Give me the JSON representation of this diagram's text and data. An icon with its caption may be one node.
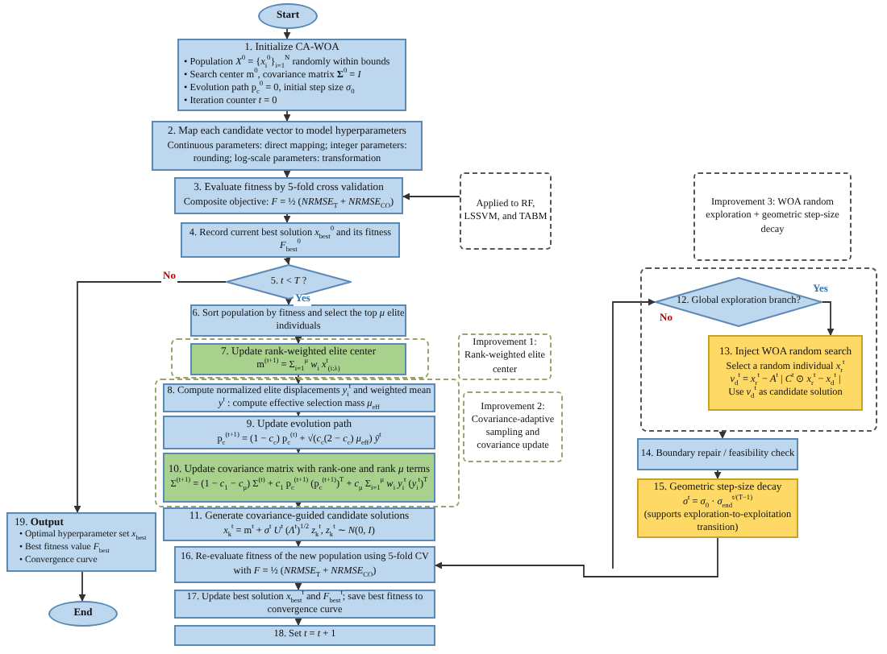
{
  "diagram": {
    "nodes": [
      {
        "text": [
          "Start"
        ]
      },
      {
        "text": [
          "1. Initialize CA-WOA",
          "• Population *X*$^{0}$ = {*x*$_{i}$$^{0}$}$_{i=1}$$^{N}$ randomly within bounds",
          "• Search center m$^{0}$, covariance matrix **Σ**$^{0}$ = *I*",
          "• Evolution path p$_{c}$$^{0}$ = 0, initial step size *σ*$_{0}$",
          "• Iteration counter *t* = 0"
        ]
      },
      {
        "text": [
          "2. Map each candidate vector to model hyperparameters",
          "Continuous parameters: direct mapping; integer parameters: rounding; log-scale parameters: transformation"
        ]
      },
      {
        "text": [
          "3. Evaluate fitness by 5-fold cross validation",
          "Composite objective:  *F* = ½ (*NRMSE*$_{T}$ + *NRMSE*$_{CO}$)"
        ]
      },
      {
        "text": [
          "Applied to RF, LSSVM, and TABM"
        ]
      },
      {
        "text": [
          "4. Record current best solution *x*$_{best}$$^{0}$ and its fitness *F*$_{best}$$^{0}$"
        ]
      },
      {
        "text": [
          "5. *t* < *T* ?"
        ]
      },
      {
        "text": [
          "6. Sort population by fitness and select the top *μ* elite individuals"
        ]
      },
      {
        "text": [],
        "shape": "box"
      },
      {
        "text": [
          "7. Update rank-weighted elite center",
          "m$^{(t+1)}$ = Σ$_{i=1}$$^{μ}$ *w*$_{i}$ *x*$^{t}$$_{(i:λ)}$"
        ],
        "in": 8
      },
      {
        "text": [
          "Improvement 1: Rank-weighted elite center"
        ]
      },
      {
        "text": [],
        "shape": "box"
      },
      {
        "text": [
          "8. Compute normalized elite displacements *y*$_{i}$$^{t}$ and weighted mean *y*$^{t}$ : compute effective selection mass *μ*$_{eff}$"
        ],
        "in": 11
      },
      {
        "text": [
          "9. Update evolution path",
          "p$_{c}$$^{(t+1)}$ = (1 − *c*$_{c}$) p$_{c}$$^{(t)}$ + √(*c*$_{c}$(2 − *c*$_{c}$) *μ*$_{eff}$) *ȳ*$^{t}$"
        ],
        "in": 11
      },
      {
        "text": [
          "10. Update covariance matrix with rank-one and rank *μ* terms",
          "Σ$^{(t+1)}$ = (1 − *c*$_{1}$ − *c*$_{μ}$) Σ$^{(t)}$ + *c*$_{1}$ p$_{c}$$^{(t+1)}$ (p$_{c}$$^{(t+1)}$)$^{T}$ + *c*$_{μ}$ Σ$_{i=1}$$^{μ}$ *w*$_{i}$ *y*$_{i}$$^{t}$ (*y*$_{i}$$^{t}$)$^{T}$"
        ],
        "in": 11
      },
      {
        "text": [
          "Improvement 2: Covariance-adaptive sampling and covariance update"
        ]
      },
      {
        "text": [
          "11. Generate covariance-guided candidate solutions",
          "*x*$_{k}$$^{t}$ = m$^{t}$ + *σ*$^{t}$ *U*$^{t}$ (*Λ*$^{t}$)$^{1/2}$ *z*$_{k}$$^{t}$,  *z*$_{k}$$^{t}$ ∼ *N*(0, *I*)"
        ]
      },
      {
        "text": [
          "16. Re-evaluate fitness of the new population using 5-fold CV with *F* = ½ (*NRMSE*$_{T}$ + *NRMSE*$_{CO}$)"
        ]
      },
      {
        "text": [
          "17. Update best solution *x*$_{best}$$^{t}$ and *F*$_{best}$$^{t}$; save best fitness to convergence curve"
        ]
      },
      {
        "text": [
          "18. Set *t* = *t* + 1"
        ]
      },
      {
        "text": [
          "19. **Output**",
          "• Optimal hyperparameter set *x*$_{best}$",
          "• Best fitness value *F*$_{best}$",
          "• Convergence curve"
        ]
      },
      {
        "text": [
          "End"
        ]
      },
      {
        "text": [
          "Improvement 3: WOA random exploration + geometric step-size decay"
        ]
      },
      {
        "text": [],
        "shape": "box"
      },
      {
        "text": [
          "12. Global exploration branch?"
        ],
        "in": 23
      },
      {
        "text": [
          "13. Inject WOA random search",
          "Select a random individual *x*$_{r}$$^{t}$",
          "*v*$_{d}$$^{t}$ = *x*$_{r}$$^{t}$ − *A*$^{t}$ | *C*$^{t}$ ⊙ *x*$_{r}$$^{t}$ − *x*$_{d}$$^{t}$ |",
          "Use *v*$_{d}$$^{t}$ as candidate solution"
        ],
        "in": 23
      },
      {
        "text": [
          "14. Boundary repair / feasibility check"
        ]
      },
      {
        "text": [
          "15. Geometric step-size decay",
          "*σ*$^{t}$ = *σ*$_{0}$ · *σ*$_{end}$$^{t/(T−1)}$",
          "(supports exploration-to-exploitation transition)"
        ]
      }
    ],
    "edges": [
      {
        "from": 0,
        "to": 1,
        "arrow": "to"
      },
      {
        "from": 1,
        "to": 2,
        "arrow": "to"
      },
      {
        "from": 2,
        "to": 3,
        "arrow": "to"
      },
      {
        "from": 4,
        "to": 3,
        "arrow": "to"
      },
      {
        "from": 3,
        "to": 5,
        "arrow": "to"
      },
      {
        "from": 5,
        "to": 6,
        "arrow": "to"
      },
      {
        "from": 6,
        "to": 7,
        "arrow": "to",
        "label": "Yes"
      },
      {
        "from": 6,
        "to": 20,
        "arrow": "to",
        "label": "No"
      },
      {
        "from": 7,
        "to": 9,
        "arrow": "to"
      },
      {
        "from": 9,
        "to": 12,
        "arrow": "to"
      },
      {
        "from": 12,
        "to": 13,
        "arrow": "to"
      },
      {
        "from": 13,
        "to": 14,
        "arrow": "to"
      },
      {
        "from": 14,
        "to": 16,
        "arrow": "to"
      },
      {
        "from": 16,
        "to": 17,
        "arrow": "to"
      },
      {
        "from": 17,
        "to": 18,
        "arrow": "to"
      },
      {
        "from": 18,
        "to": 19,
        "arrow": "to"
      },
      {
        "from": 20,
        "to": 21,
        "arrow": "to"
      },
      {
        "from": 24,
        "to": 25,
        "arrow": "to",
        "label": "Yes"
      },
      {
        "from": 23,
        "to": 26,
        "arrow": "to",
        "style": "dashed"
      },
      {
        "from": 26,
        "to": 27,
        "arrow": "to"
      },
      {
        "from": 27,
        "to": 17,
        "arrow": "to"
      },
      {
        "from": null,
        "to": 24,
        "arrow": "to"
      }
    ],
    "labels": [
      "No"
    ]
  }
}
